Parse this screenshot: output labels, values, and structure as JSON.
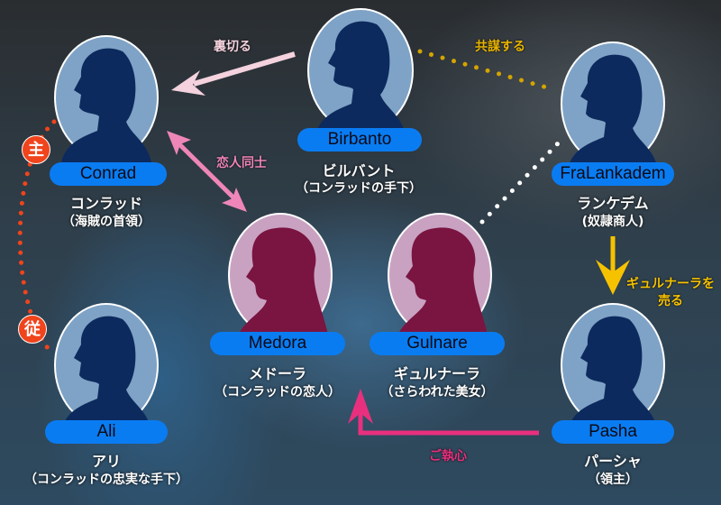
{
  "characters": {
    "conrad": {
      "en": "Conrad",
      "ja": "コンラッド",
      "role": "（海賊の首領）"
    },
    "birbanto": {
      "en": "Birbanto",
      "ja": "ビルバント",
      "role": "（コンラッドの手下）"
    },
    "lankadem": {
      "en": "FraLankadem",
      "ja": "ランケデム",
      "role": "(奴隷商人)"
    },
    "medora": {
      "en": "Medora",
      "ja": "メドーラ",
      "role": "（コンラッドの恋人）"
    },
    "gulnare": {
      "en": "Gulnare",
      "ja": "ギュルナーラ",
      "role": "（さらわれた美女）"
    },
    "ali": {
      "en": "Ali",
      "ja": "アリ",
      "role": "（コンラッドの忠実な手下）"
    },
    "pasha": {
      "en": "Pasha",
      "ja": "パーシャ",
      "role": "（領主）"
    }
  },
  "relations": {
    "betray": "裏切る",
    "conspire": "共謀する",
    "lovers": "恋人同士",
    "sell_line1": "ギュルナーラを",
    "sell_line2": "売る",
    "infatuated": "ご執心"
  },
  "badges": {
    "master": "主",
    "servant": "従"
  },
  "colors": {
    "pill": "#0a7cf2",
    "male_oval": "#7fa3c6",
    "male_sil": "#0d2a5e",
    "female_oval": "#c9a2c2",
    "female_sil": "#7a1440",
    "pink": "#ef86b8",
    "yellow": "#f6c200",
    "red": "#f0441c",
    "magenta": "#e8307e"
  }
}
